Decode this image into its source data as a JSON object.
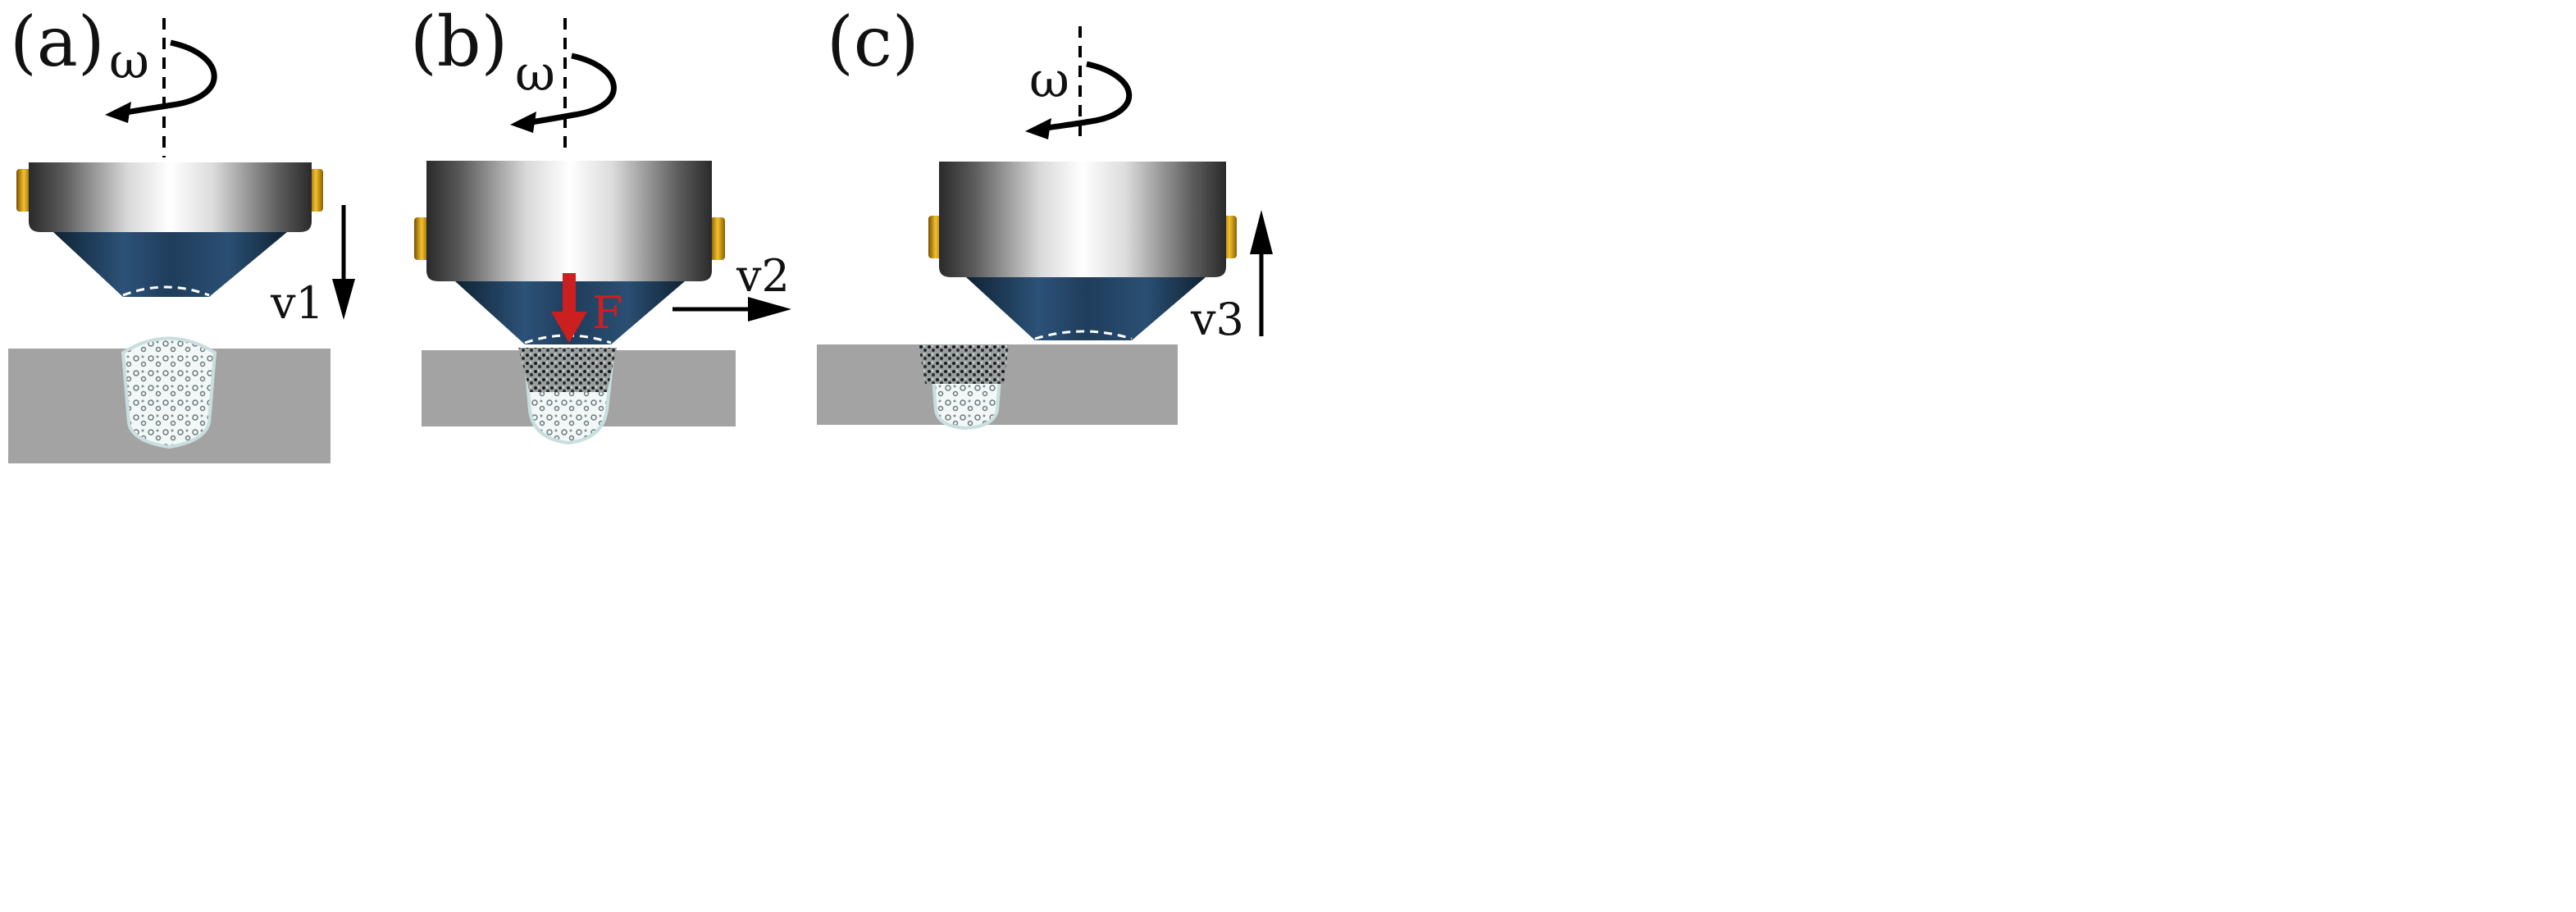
{
  "panels": [
    {
      "id": "a",
      "label": "(a)",
      "rotation_label": "ω",
      "velocity_label": "v1",
      "velocity_direction": "down"
    },
    {
      "id": "b",
      "label": "(b)",
      "rotation_label": "ω",
      "velocity_label": "v2",
      "velocity_direction": "right",
      "force_label": "F"
    },
    {
      "id": "c",
      "label": "(c)",
      "rotation_label": "ω",
      "velocity_label": "v3",
      "velocity_direction": "up"
    }
  ],
  "colors": {
    "force_arrow": "#cc1f1f",
    "workpiece": "#a3a3a3",
    "cone": "#1f3d5c",
    "pins": "#d4a017",
    "arrows": "#000000"
  },
  "icons": [
    "rotation-arrow-icon",
    "velocity-arrow-icon",
    "force-arrow-icon"
  ]
}
